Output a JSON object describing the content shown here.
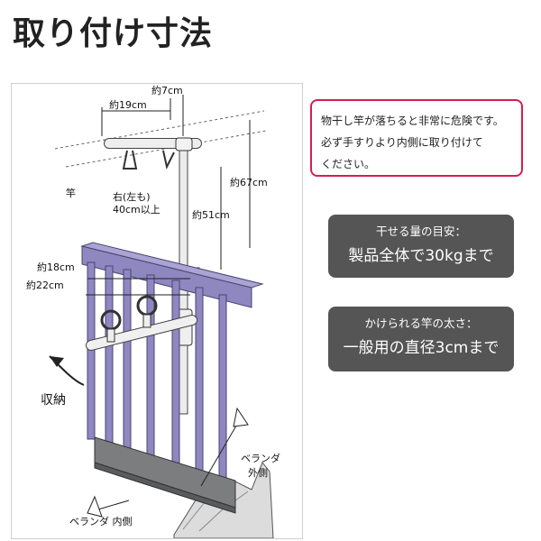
{
  "page": {
    "title": "取り付け寸法"
  },
  "diagram": {
    "labels": {
      "w7": "約7cm",
      "w19": "約19cm",
      "pole": "竿",
      "side1": "右(左も)",
      "side2": "40cm以上",
      "h67": "約67cm",
      "h51": "約51cm",
      "d18": "約18cm",
      "d22": "約22cm",
      "storage": "収納",
      "outside1": "ベランダ",
      "outside2": "外側",
      "inside": "ベランダ 内側"
    },
    "colors": {
      "rail": "#8f87c0",
      "rail_dark": "#6f6799",
      "pole": "#ebebeb",
      "base": "#7b7d7e"
    }
  },
  "warning": {
    "lines": [
      "物干し竿が落ちると非常に危険です。",
      "必ず手すりより内側に取り付けて",
      "ください。"
    ],
    "border_color": "#d61e4d"
  },
  "info_boxes": [
    {
      "caption": "干せる量の目安：",
      "main": "製品全体で30kgまで"
    },
    {
      "caption": "かけられる竿の太さ：",
      "main": "一般用の直径3cmまで"
    }
  ]
}
